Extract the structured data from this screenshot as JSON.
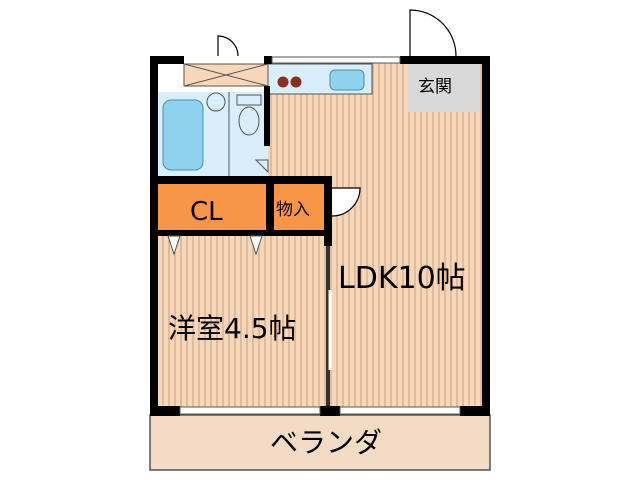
{
  "rooms": {
    "ldk": "LDK10帖",
    "western": "洋室4.5帖",
    "closet": "CL",
    "storage": "物入",
    "entrance": "玄関",
    "veranda": "ベランダ"
  },
  "colors": {
    "floor": "#f8d6b8",
    "floor_stripe": "#c9a17f",
    "wall": "#000000",
    "wet_area": "#d9eefb",
    "fixture_blue": "#8fd2ee",
    "closet_fill": "#f79646",
    "entrance_fill": "#d9d9d9",
    "veranda_fill": "#f2dcc6",
    "stove": "#8b2e1e"
  }
}
